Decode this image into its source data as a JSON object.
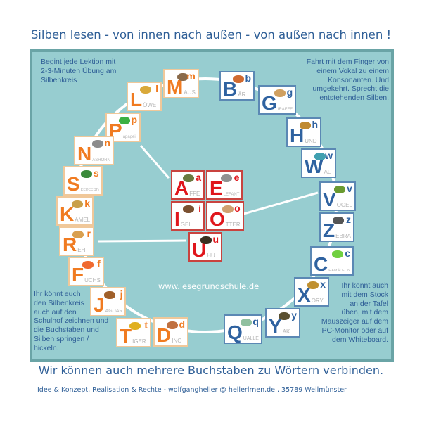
{
  "title": "Silben lesen - von innen nach außen - von außen nach innen !",
  "notes": {
    "top_left": "Begint jede Lektion mit 2-3-Minuten Übung am Silbenkreis",
    "top_right": "Fahrt mit dem Finger von einem Vokal zu einem Konsonanten. Und umgekehrt. Sprecht die entstehenden Silben.",
    "bottom_left": "Ihr könnt euch den Silbenkreis auch auf den Schulhof zeichnen und die Buchstaben und Silben springen / hickeln.",
    "bottom_right": "Ihr könnt auch mit dem Stock an der Tafel üben, mit dem Mauszeiger auf dem PC-Monitor oder auf dem Whiteboard."
  },
  "url": "www.lesegrundschule.de",
  "cards": [
    {
      "big": "M",
      "small": "m",
      "rest": "AUS",
      "color": "#8a6a4a"
    },
    {
      "big": "L",
      "small": "l",
      "rest": "ÖWE",
      "color": "#d9a93a"
    },
    {
      "big": "P",
      "small": "p",
      "rest": "apagei",
      "color": "#3cb043"
    },
    {
      "big": "N",
      "small": "n",
      "rest": "ASHORN",
      "color": "#8c8c8c"
    },
    {
      "big": "S",
      "small": "s",
      "rest": "EEPFERD",
      "color": "#3b8a3b"
    },
    {
      "big": "K",
      "small": "k",
      "rest": "AMEL",
      "color": "#c9a04a"
    },
    {
      "big": "R",
      "small": "r",
      "rest": "EH",
      "color": "#d9a050"
    },
    {
      "big": "F",
      "small": "f",
      "rest": "UCHS",
      "color": "#f06a30"
    },
    {
      "big": "J",
      "small": "j",
      "rest": "AGUAR",
      "color": "#a0602a"
    },
    {
      "big": "T",
      "small": "t",
      "rest": "IGER",
      "color": "#e0b020"
    },
    {
      "big": "D",
      "small": "d",
      "rest": "INO",
      "color": "#c07040"
    },
    {
      "big": "B",
      "small": "b",
      "rest": "ÄR",
      "color": "#d06a30"
    },
    {
      "big": "G",
      "small": "g",
      "rest": "IRAFFE",
      "color": "#d0a060"
    },
    {
      "big": "H",
      "small": "h",
      "rest": "UND",
      "color": "#c08a30"
    },
    {
      "big": "W",
      "small": "w",
      "rest": "AL",
      "color": "#40a0b0"
    },
    {
      "big": "V",
      "small": "v",
      "rest": "OGEL",
      "color": "#6a9a30"
    },
    {
      "big": "Z",
      "small": "z",
      "rest": "EBRA",
      "color": "#555555"
    },
    {
      "big": "C",
      "small": "c",
      "rest": "HAMÄLEON",
      "color": "#70d040"
    },
    {
      "big": "X",
      "small": "x",
      "rest": "ORY",
      "color": "#c09030"
    },
    {
      "big": "Y",
      "small": "y",
      "rest": "AK",
      "color": "#5a5030"
    },
    {
      "big": "Q",
      "small": "q",
      "rest": "UALLE",
      "color": "#90c0a0"
    },
    {
      "big": "A",
      "small": "a",
      "rest": "FFE",
      "color": "#6a7a40"
    },
    {
      "big": "E",
      "small": "e",
      "rest": "LEFANT",
      "color": "#909090"
    },
    {
      "big": "I",
      "small": "i",
      "rest": "GEL",
      "color": "#7a5030"
    },
    {
      "big": "O",
      "small": "o",
      "rest": "TTER",
      "color": "#d0a070"
    },
    {
      "big": "U",
      "small": "u",
      "rest": "HU",
      "color": "#3a3020"
    }
  ],
  "footer": {
    "headline": "Wir können auch mehrere Buchstaben zu Wörtern verbinden.",
    "credits": "Idee  & Konzept, Realisation & Rechte - wolfgangheller @ hellerlrnen.de , 35789 Weilmünster"
  }
}
